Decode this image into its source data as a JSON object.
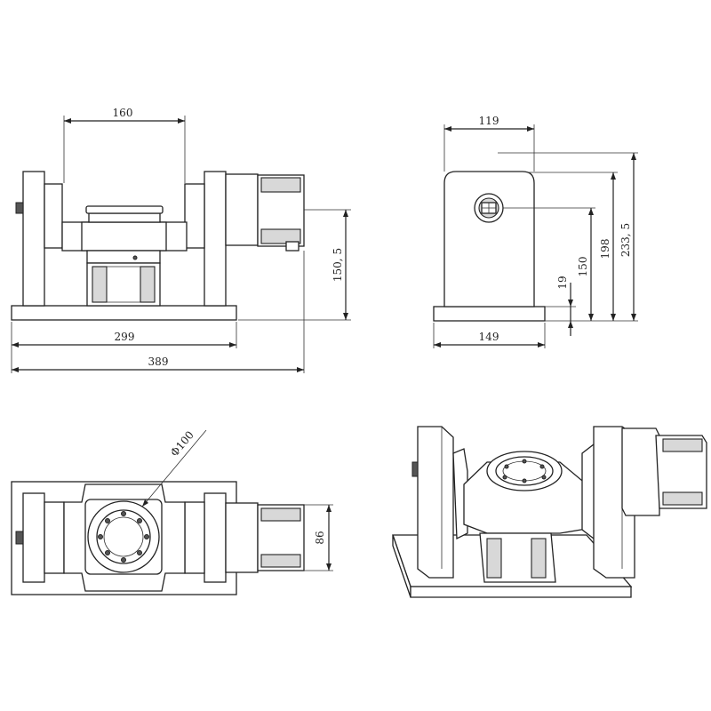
{
  "views": {
    "front": {
      "dims": {
        "top_width": "160",
        "base_width": "299",
        "total_width": "389",
        "height": "150, 5"
      }
    },
    "side": {
      "dims": {
        "top_width": "119",
        "base_width": "149",
        "base_height": "19",
        "axis_height": "150",
        "top_height": "198",
        "total_height": "233, 5"
      }
    },
    "top": {
      "dims": {
        "diameter": "Φ100",
        "motor_height": "86"
      }
    }
  }
}
